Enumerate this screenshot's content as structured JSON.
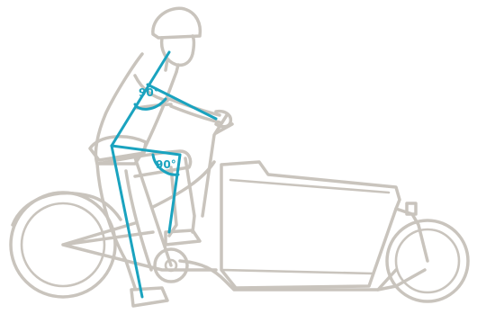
{
  "colors": {
    "outline": "#c9c4bd",
    "fit_lines": "#1aa3bf",
    "background": "#ffffff"
  },
  "labels": {
    "arm_angle": "90°",
    "hip_angle": "90°"
  },
  "icons": {
    "rider": "rider-figure",
    "bike": "cargo-bike"
  }
}
